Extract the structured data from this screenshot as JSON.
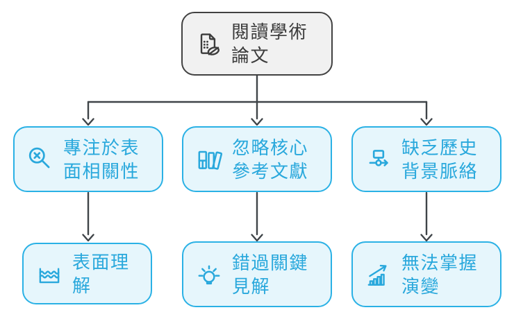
{
  "diagram": {
    "title_node": {
      "label": "閱讀學術論文",
      "icon": "document-read-icon"
    },
    "causes": [
      {
        "label": "專注於表面相關性",
        "icon": "search-error-icon"
      },
      {
        "label": "忽略核心參考文獻",
        "icon": "books-icon"
      },
      {
        "label": "缺乏歷史背景脈絡",
        "icon": "workflow-icon"
      }
    ],
    "effects": [
      {
        "label": "表面理解",
        "icon": "water-level-icon"
      },
      {
        "label": "錯過關鍵見解",
        "icon": "lightbulb-icon"
      },
      {
        "label": "無法掌握演變",
        "icon": "growth-chart-icon"
      }
    ],
    "colors": {
      "root_border": "#414141",
      "root_bg": "#f1f1f1",
      "root_text": "#3c3c3c",
      "node_border": "#2ab1e5",
      "node_bg": "#e6f6fc",
      "node_text": "#29a8dc",
      "connector": "#3f4448",
      "page_bg": "#ffffff"
    }
  }
}
